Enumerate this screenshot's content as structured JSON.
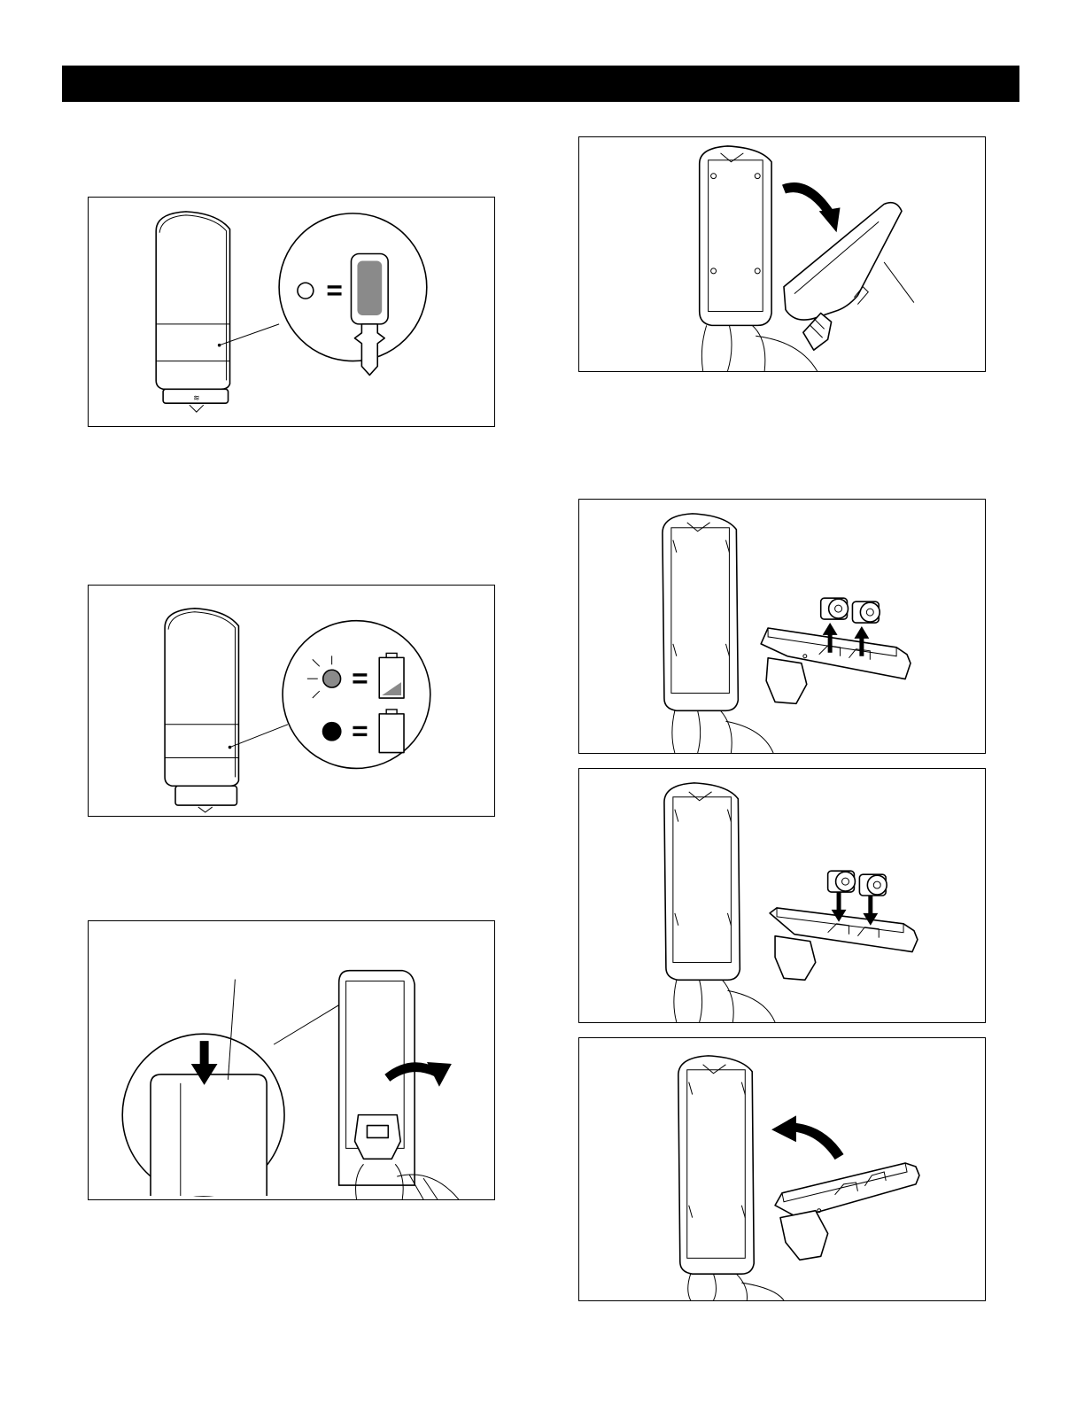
{
  "page": {
    "header_bar_color": "#000000",
    "accent_gray": "#8a8a8a"
  },
  "figures": [
    {
      "id": "refill-indicator",
      "icons": [
        "dispenser-front-icon",
        "led-off-icon",
        "equals-icon",
        "refill-bottle-icon"
      ]
    },
    {
      "id": "battery-indicator",
      "icons": [
        "dispenser-front-icon",
        "led-blinking-icon",
        "battery-low-icon",
        "led-solid-icon",
        "battery-empty-icon"
      ]
    },
    {
      "id": "open-cover",
      "icons": [
        "push-down-arrow-icon",
        "rotate-open-arrow-icon",
        "dispenser-open-icon"
      ]
    },
    {
      "id": "remove-battery-tray",
      "icons": [
        "curved-arrow-icon",
        "battery-tray-icon"
      ]
    },
    {
      "id": "remove-batteries",
      "icons": [
        "up-arrow-icon",
        "battery-icon"
      ]
    },
    {
      "id": "insert-batteries",
      "icons": [
        "down-arrow-icon",
        "battery-icon"
      ]
    },
    {
      "id": "reinstall-battery-tray",
      "icons": [
        "curved-arrow-icon",
        "battery-tray-icon"
      ]
    }
  ]
}
